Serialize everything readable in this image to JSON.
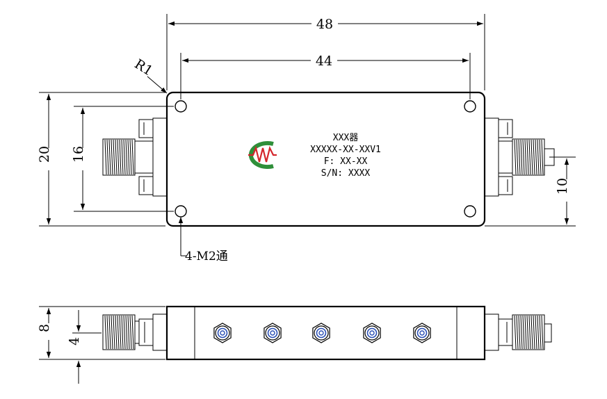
{
  "dimensions": {
    "overall_length": "48",
    "hole_spacing_x": "44",
    "height": "20",
    "hole_spacing_y": "16",
    "connector_offset": "10",
    "corner_radius": "R1",
    "side_height": "8",
    "side_connector_offset": "4"
  },
  "mount_note": "4-M2通",
  "label": {
    "line1": "XXX器",
    "line2": "XXXXX-XX-XXV1",
    "line3": "F: XX-XX",
    "line4": "S/N: XXXX"
  },
  "colors": {
    "logo_green": "#2f8f3a",
    "logo_red": "#d4262c",
    "screw_blue": "#2a4fb5",
    "line": "#000000"
  }
}
